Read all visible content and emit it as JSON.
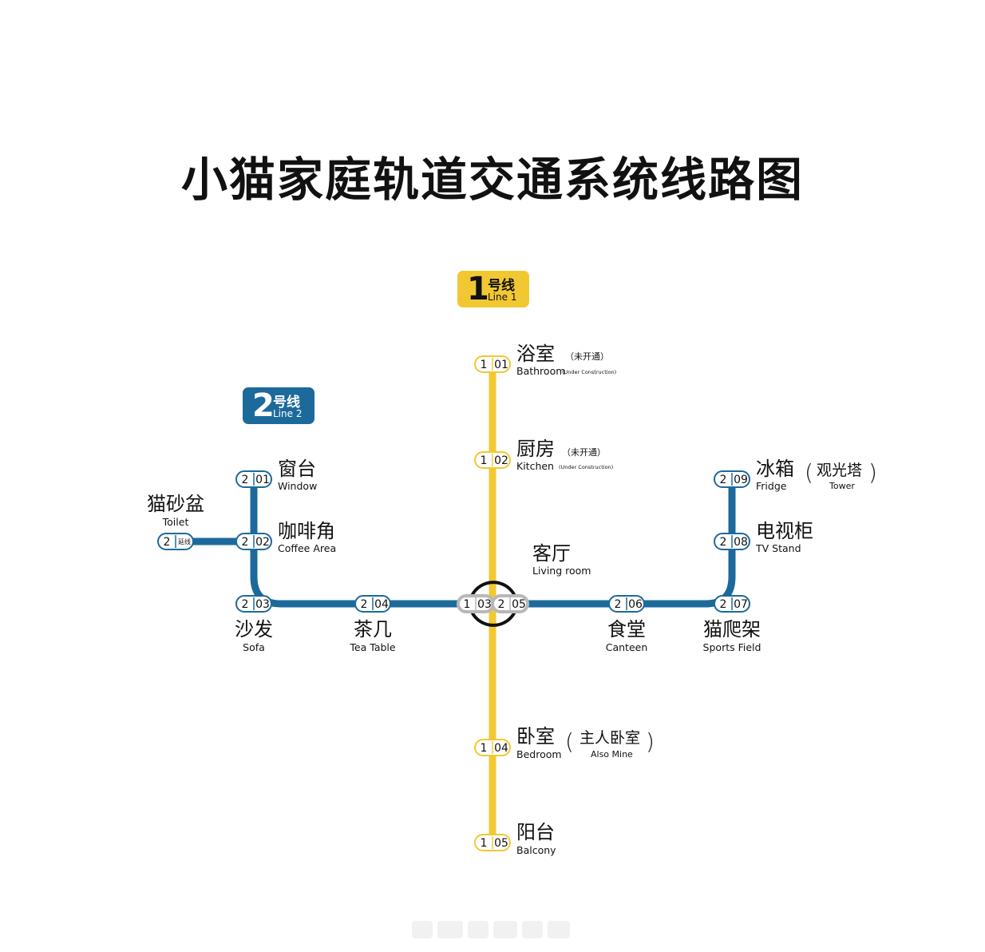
{
  "title": "小猫家庭轨道交通系统线路图",
  "colors": {
    "line1": "#f2c832",
    "line2": "#1c6a9c",
    "interchange": "#b8b8b8"
  },
  "lines": [
    {
      "id": "line1",
      "number": "1",
      "zh": "号线",
      "en": "Line 1"
    },
    {
      "id": "line2",
      "number": "2",
      "zh": "号线",
      "en": "Line 2"
    }
  ],
  "stations": [
    {
      "id": "101",
      "line": "1",
      "code": "01",
      "zh": "浴室",
      "en": "Bathroom",
      "note_zh": "（未开通）",
      "note_en": "(Under Construction)"
    },
    {
      "id": "102",
      "line": "1",
      "code": "02",
      "zh": "厨房",
      "en": "Kitchen",
      "note_zh": "（未开通）",
      "note_en": "(Under Construction)"
    },
    {
      "id": "103",
      "line": "1",
      "code": "03",
      "zh": "客厅",
      "en": "Living room"
    },
    {
      "id": "104",
      "line": "1",
      "code": "04",
      "zh": "卧室",
      "en": "Bedroom",
      "extra_zh": "主人卧室",
      "extra_en": "Also Mine"
    },
    {
      "id": "105",
      "line": "1",
      "code": "05",
      "zh": "阳台",
      "en": "Balcony"
    },
    {
      "id": "201",
      "line": "2",
      "code": "01",
      "zh": "窗台",
      "en": "Window"
    },
    {
      "id": "202",
      "line": "2",
      "code": "02",
      "zh": "咖啡角",
      "en": "Coffee Area"
    },
    {
      "id": "203",
      "line": "2",
      "code": "03",
      "zh": "沙发",
      "en": "Sofa"
    },
    {
      "id": "204",
      "line": "2",
      "code": "04",
      "zh": "茶几",
      "en": "Tea Table"
    },
    {
      "id": "205",
      "line": "2",
      "code": "05"
    },
    {
      "id": "206",
      "line": "2",
      "code": "06",
      "zh": "食堂",
      "en": "Canteen"
    },
    {
      "id": "207",
      "line": "2",
      "code": "07",
      "zh": "猫爬架",
      "en": "Sports Field"
    },
    {
      "id": "208",
      "line": "2",
      "code": "08",
      "zh": "电视柜",
      "en": "TV Stand"
    },
    {
      "id": "209",
      "line": "2",
      "code": "09",
      "zh": "冰箱",
      "en": "Fridge",
      "extra_zh": "观光塔",
      "extra_en": "Tower"
    },
    {
      "id": "2ext",
      "line": "2",
      "code": "延线",
      "zh": "猫砂盆",
      "en": "Toilet"
    }
  ],
  "parens": {
    "open": "(",
    "close": ")"
  }
}
